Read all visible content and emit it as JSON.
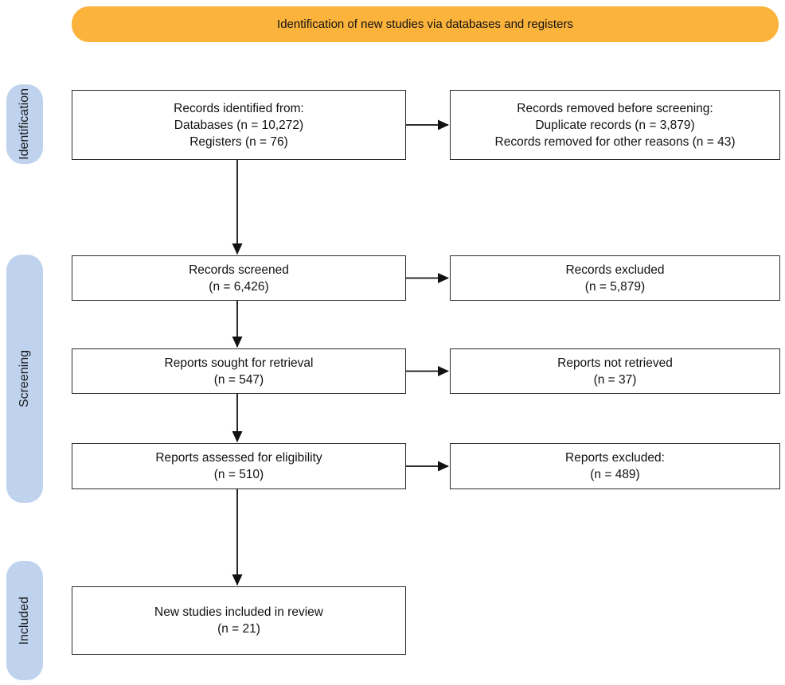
{
  "banner": {
    "label": "Identification of new studies via databases and registers",
    "background_color": "#FBB33C"
  },
  "sidebar": {
    "background_color": "#BFD3EF",
    "stages": [
      {
        "label": "Identification"
      },
      {
        "label": "Screening"
      },
      {
        "label": "Included"
      }
    ]
  },
  "flow": {
    "left_column": [
      {
        "id": "records-identified",
        "lines": [
          "Records identified from:",
          "Databases (n = 10,272)",
          "Registers (n = 76)"
        ]
      },
      {
        "id": "records-screened",
        "lines": [
          "Records screened",
          "(n = 6,426)"
        ]
      },
      {
        "id": "reports-sought",
        "lines": [
          "Reports sought for retrieval",
          "(n = 547)"
        ]
      },
      {
        "id": "reports-assessed",
        "lines": [
          "Reports assessed for eligibility",
          "(n = 510)"
        ]
      },
      {
        "id": "studies-included",
        "lines": [
          "New studies included in review",
          "(n = 21)"
        ]
      }
    ],
    "right_column": [
      {
        "id": "records-removed",
        "lines": [
          "Records removed before screening:",
          "Duplicate records (n = 3,879)",
          "Records removed for other reasons (n = 43)"
        ]
      },
      {
        "id": "records-excluded",
        "lines": [
          "Records excluded",
          "(n = 5,879)"
        ]
      },
      {
        "id": "reports-not-retrieved",
        "lines": [
          "Reports not retrieved",
          "(n = 37)"
        ]
      },
      {
        "id": "reports-excluded",
        "lines": [
          "Reports excluded:",
          "(n = 489)"
        ]
      }
    ],
    "counts": {
      "databases": 10272,
      "registers": 76,
      "duplicates_removed": 3879,
      "removed_other_reasons": 43,
      "records_screened": 6426,
      "records_excluded": 5879,
      "reports_sought": 547,
      "reports_not_retrieved": 37,
      "reports_assessed": 510,
      "reports_excluded": 489,
      "new_studies_included": 21
    },
    "line_color": "#111111",
    "box_border_color": "#2b2b2b"
  }
}
